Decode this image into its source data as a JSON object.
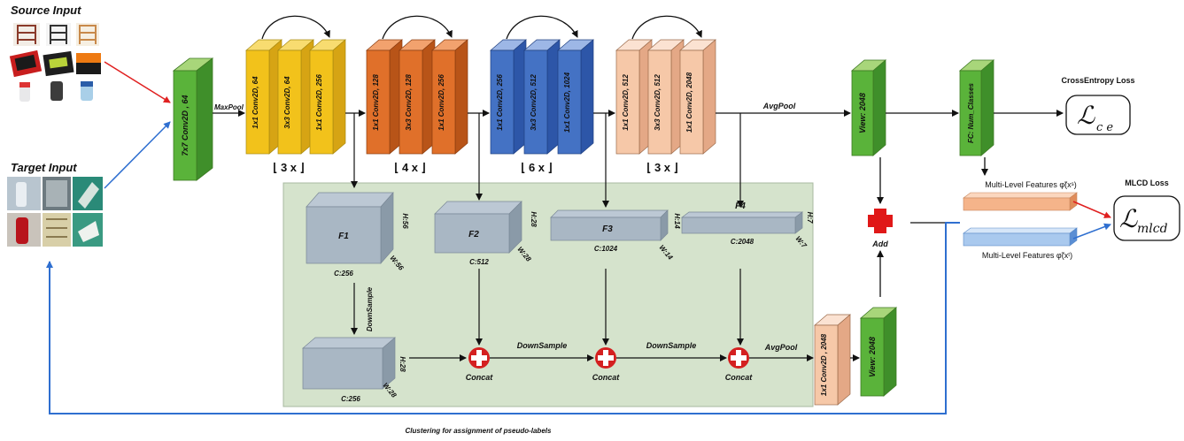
{
  "inputs": {
    "source_title": "Source Input",
    "target_title": "Target Input"
  },
  "stem": {
    "conv_label": "7x7 Conv2D , 64",
    "maxpool_label": "MaxPool"
  },
  "stages": [
    {
      "layers": [
        "1x1 Conv2D, 64",
        "3x3 Conv2D, 64",
        "1x1 Conv2D, 256"
      ],
      "repeat": "3 x",
      "color": "#f2c21b"
    },
    {
      "layers": [
        "1x1 Conv2D, 128",
        "3x3 Conv2D, 128",
        "1x1 Conv2D, 256"
      ],
      "repeat": "4 x",
      "color": "#e0702a"
    },
    {
      "layers": [
        "1x1 Conv2D, 256",
        "3x3 Conv2D, 512",
        "1x1 Conv2D, 1024"
      ],
      "repeat": "6 x",
      "color": "#4472c4"
    },
    {
      "layers": [
        "1x1 Conv2D, 512",
        "3x3 Conv2D, 512",
        "1x1 Conv2D, 2048"
      ],
      "repeat": "3 x",
      "color": "#f6c8a8"
    }
  ],
  "head": {
    "avgpool_label": "AvgPool",
    "view_label": "View: 2048",
    "fc_label": "FC: Num_Classes",
    "ce_loss_title": "CrossEntropy Loss",
    "ce_symbol": "ℒ",
    "ce_sub": "c e",
    "add_label": "Add"
  },
  "mlcd": {
    "title": "MLCD Loss",
    "symbol": "ℒ",
    "sub": "mlcd",
    "feat_top": "Multi-Level Features φ̃(xˢ)",
    "feat_bottom": "Multi-Level Features φ̃(xᵗ)"
  },
  "features": [
    {
      "name": "F1",
      "c": "C:256",
      "h": "H:56",
      "w": "W:56"
    },
    {
      "name": "F2",
      "c": "C:512",
      "h": "H:28",
      "w": "W:28"
    },
    {
      "name": "F3",
      "c": "C:1024",
      "h": "H:14",
      "w": "W:14"
    },
    {
      "name": "F4",
      "c": "C:2048",
      "h": "H:7",
      "w": "W:7"
    }
  ],
  "lower": {
    "downsample_vertical": "DownSample",
    "f1_down": {
      "c": "C:256",
      "h": "H:28",
      "w": "W:28"
    },
    "concat_label": "Concat",
    "downsample_1": "DownSample",
    "downsample_2": "DownSample",
    "avgpool_label": "AvgPool",
    "conv_label": "1x1 Conv2D , 2048",
    "view_label": "View: 2048"
  },
  "footer": {
    "clustering_label": "Clustering for assignment of pseudo-labels"
  }
}
